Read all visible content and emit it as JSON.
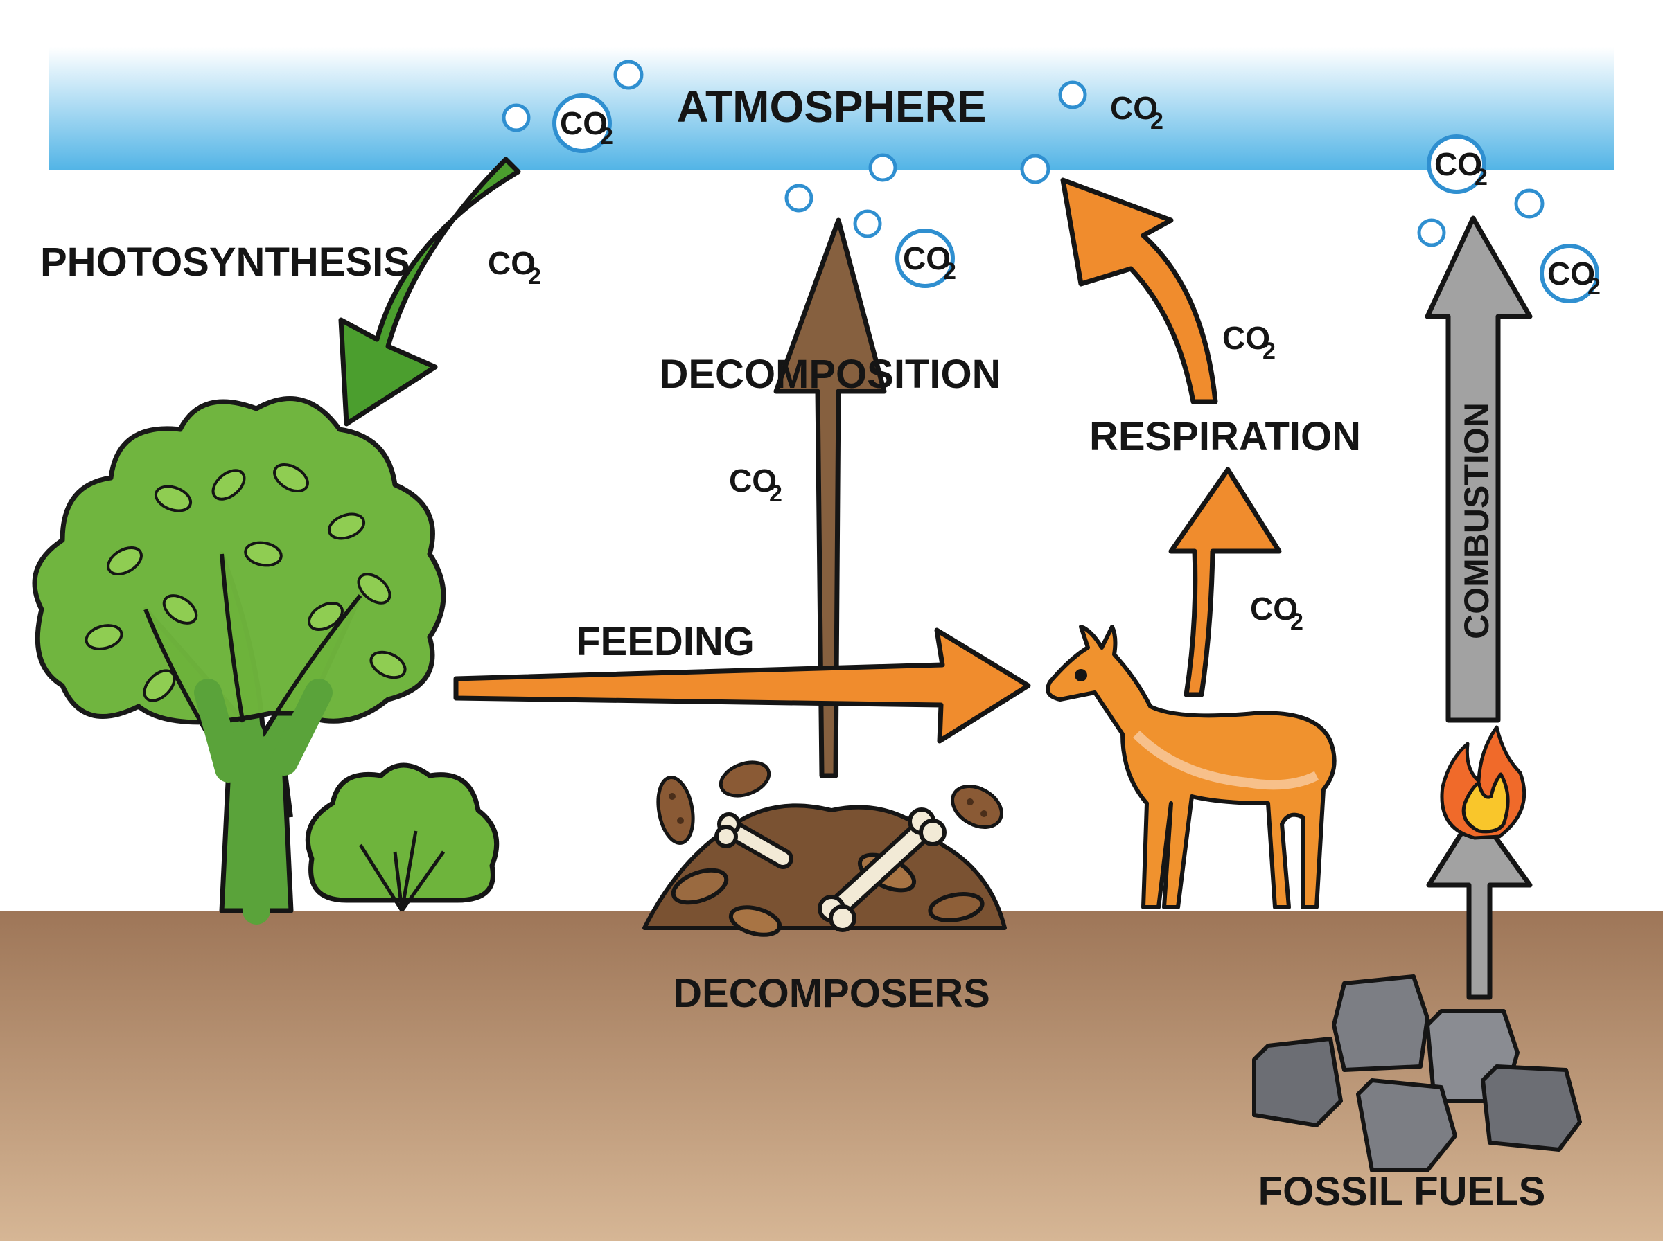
{
  "colors": {
    "sky_top": "#ffffff",
    "sky_bottom": "#52b4e6",
    "ground_top": "#9e7658",
    "ground_bottom": "#d6b695",
    "green_arrow": "#4b9e2e",
    "brown_arrow": "#86603f",
    "orange_arrow": "#f08c2d",
    "gray_arrow": "#9a9a9a",
    "tree_green": "#6eb43c",
    "trunk_green": "#5aa33a",
    "deer_orange": "#f0922e",
    "coal_gray": "#7c7e84",
    "bubble_blue": "#2f8fd0"
  },
  "labels": {
    "atmosphere": "ATMOSPHERE",
    "photosynthesis": "PHOTOSYNTHESIS",
    "decomposition": "DECOMPOSITION",
    "respiration": "RESPIRATION",
    "combustion": "COMBUSTION",
    "feeding": "FEEDING",
    "decomposers": "DECOMPOSERS",
    "fossil_fuels": "FOSSIL FUELS"
  },
  "co2": {
    "base": "CO",
    "subscript": "2"
  },
  "icons": [
    "tree-icon",
    "shrub-icon",
    "deer-icon",
    "bacteria-icon",
    "bone-icon",
    "leaf-litter-icon",
    "flame-icon",
    "coal-icon",
    "co2-bubble-icon"
  ]
}
